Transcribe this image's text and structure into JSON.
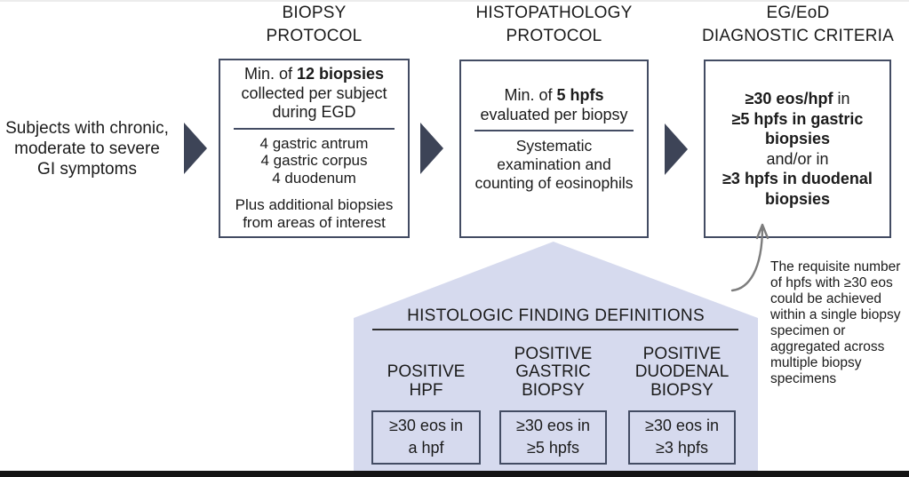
{
  "colors": {
    "arrow_fill": "#3d4457",
    "box_border": "#434c63",
    "panel_fill": "#d6daee",
    "gray_arrow": "#7d7d7d",
    "bottom_bar": "#141414"
  },
  "headers": {
    "biopsy": "BIOPSY\nPROTOCOL",
    "histopathology": "HISTOPATHOLOGY\nPROTOCOL",
    "criteria": "EG/EoD\nDIAGNOSTIC CRITERIA"
  },
  "intro": "Subjects with chronic,\nmoderate to severe\nGI symptoms",
  "biopsy_box": {
    "min_prefix": "Min. of ",
    "min_bold": "12 biopsies",
    "collected": "collected per subject\nduring EGD",
    "sites": "4 gastric antrum\n4 gastric corpus\n4 duodenum",
    "additional": "Plus additional biopsies\nfrom areas of interest"
  },
  "histo_box": {
    "min_prefix": "Min. of ",
    "min_bold": "5 hpfs",
    "evaluated": "evaluated per biopsy",
    "method": "Systematic\nexamination and\ncounting of eosinophils"
  },
  "criteria_box": {
    "line1_bold": "≥30 eos/hpf",
    "line1_reg": " in",
    "gastric": "≥5 hpfs in gastric\nbiopsies",
    "connector": "and/or in",
    "duodenal": "≥3 hpfs in duodenal\nbiopsies"
  },
  "definitions": {
    "title": "HISTOLOGIC FINDING DEFINITIONS",
    "columns": [
      {
        "header": "POSITIVE\nHPF",
        "value": "≥30 eos in\na hpf"
      },
      {
        "header": "POSITIVE\nGASTRIC\nBIOPSY",
        "value": "≥30 eos in\n≥5 hpfs"
      },
      {
        "header": "POSITIVE\nDUODENAL\nBIOPSY",
        "value": "≥30 eos in\n≥3 hpfs"
      }
    ]
  },
  "annotation": "The requisite number\nof hpfs with ≥30 eos\ncould be achieved\nwithin a single biopsy\nspecimen or\naggregated across\nmultiple biopsy\nspecimens"
}
